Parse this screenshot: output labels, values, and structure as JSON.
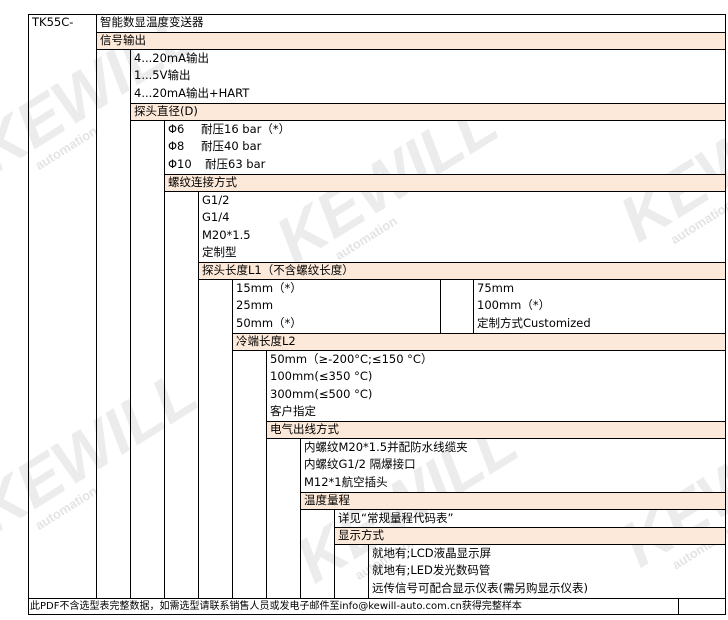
{
  "model_prefix": "TK55C-",
  "product_name": "智能数显温度变送器",
  "sections": {
    "signal_output": {
      "title": "信号输出",
      "options": [
        "4...20mA输出",
        "1...5V输出",
        "4...20mA输出+HART"
      ]
    },
    "probe_diameter": {
      "title": "探头直径(D)",
      "options": [
        {
          "size": "Φ6",
          "pressure": "耐压16 bar（*）"
        },
        {
          "size": "Φ8",
          "pressure": "耐压40 bar"
        },
        {
          "size": "Φ10",
          "pressure": "耐压63 bar"
        }
      ]
    },
    "thread_connection": {
      "title": "螺纹连接方式",
      "options": [
        "G1/2",
        "G1/4",
        "M20*1.5",
        "定制型"
      ]
    },
    "probe_length": {
      "title": "探头长度L1（不含螺纹长度）",
      "options_left": [
        "15mm（*）",
        "25mm",
        "50mm（*）"
      ],
      "options_right": [
        "75mm",
        "100mm（*）",
        "定制方式Customized"
      ]
    },
    "cold_end_length": {
      "title": "冷端长度L2",
      "options": [
        "50mm（≥-200°C;≤150 °C）",
        "100mm(≤350 °C)",
        "300mm(≤500 °C)",
        "客户指定"
      ]
    },
    "electrical_outlet": {
      "title": "电气出线方式",
      "options": [
        "内螺纹M20*1.5并配防水线缆夹",
        "内螺纹G1/2 隔爆接口",
        "M12*1航空插头"
      ]
    },
    "temperature_range": {
      "title": "温度量程",
      "options": [
        "详见“常规量程代码表”"
      ]
    },
    "display_mode": {
      "title": "显示方式",
      "options": [
        "就地有;LCD液晶显示屏",
        "就地有;LED发光数码管",
        "远传信号可配合显示仪表(需另购显示仪表)"
      ]
    }
  },
  "footer_note": "此PDF不含选型表完整数据，如需选型请联系销售人员或发电子邮件至info@kewill-auto.com.cn获得完整样本",
  "watermark": {
    "brand": "KEWILL",
    "tagline": "automation"
  },
  "colors": {
    "section_header_bg": "#fde9d9",
    "grid_line": "#000000"
  }
}
